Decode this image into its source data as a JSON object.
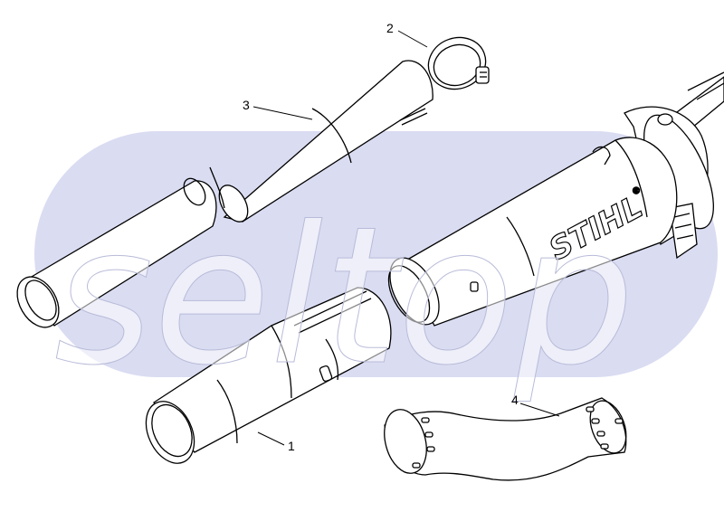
{
  "brand": {
    "logo_text": "STIHL",
    "logo_mark": "®"
  },
  "watermark": {
    "text": "seltop"
  },
  "callouts": [
    {
      "id": "1",
      "label": "1"
    },
    {
      "id": "2",
      "label": "2"
    },
    {
      "id": "3",
      "label": "3"
    },
    {
      "id": "4",
      "label": "4"
    }
  ],
  "colors": {
    "line": "#000000",
    "fill": "#ffffff",
    "watermark_band": "#dadcf2",
    "watermark_text": "#ffffff"
  }
}
